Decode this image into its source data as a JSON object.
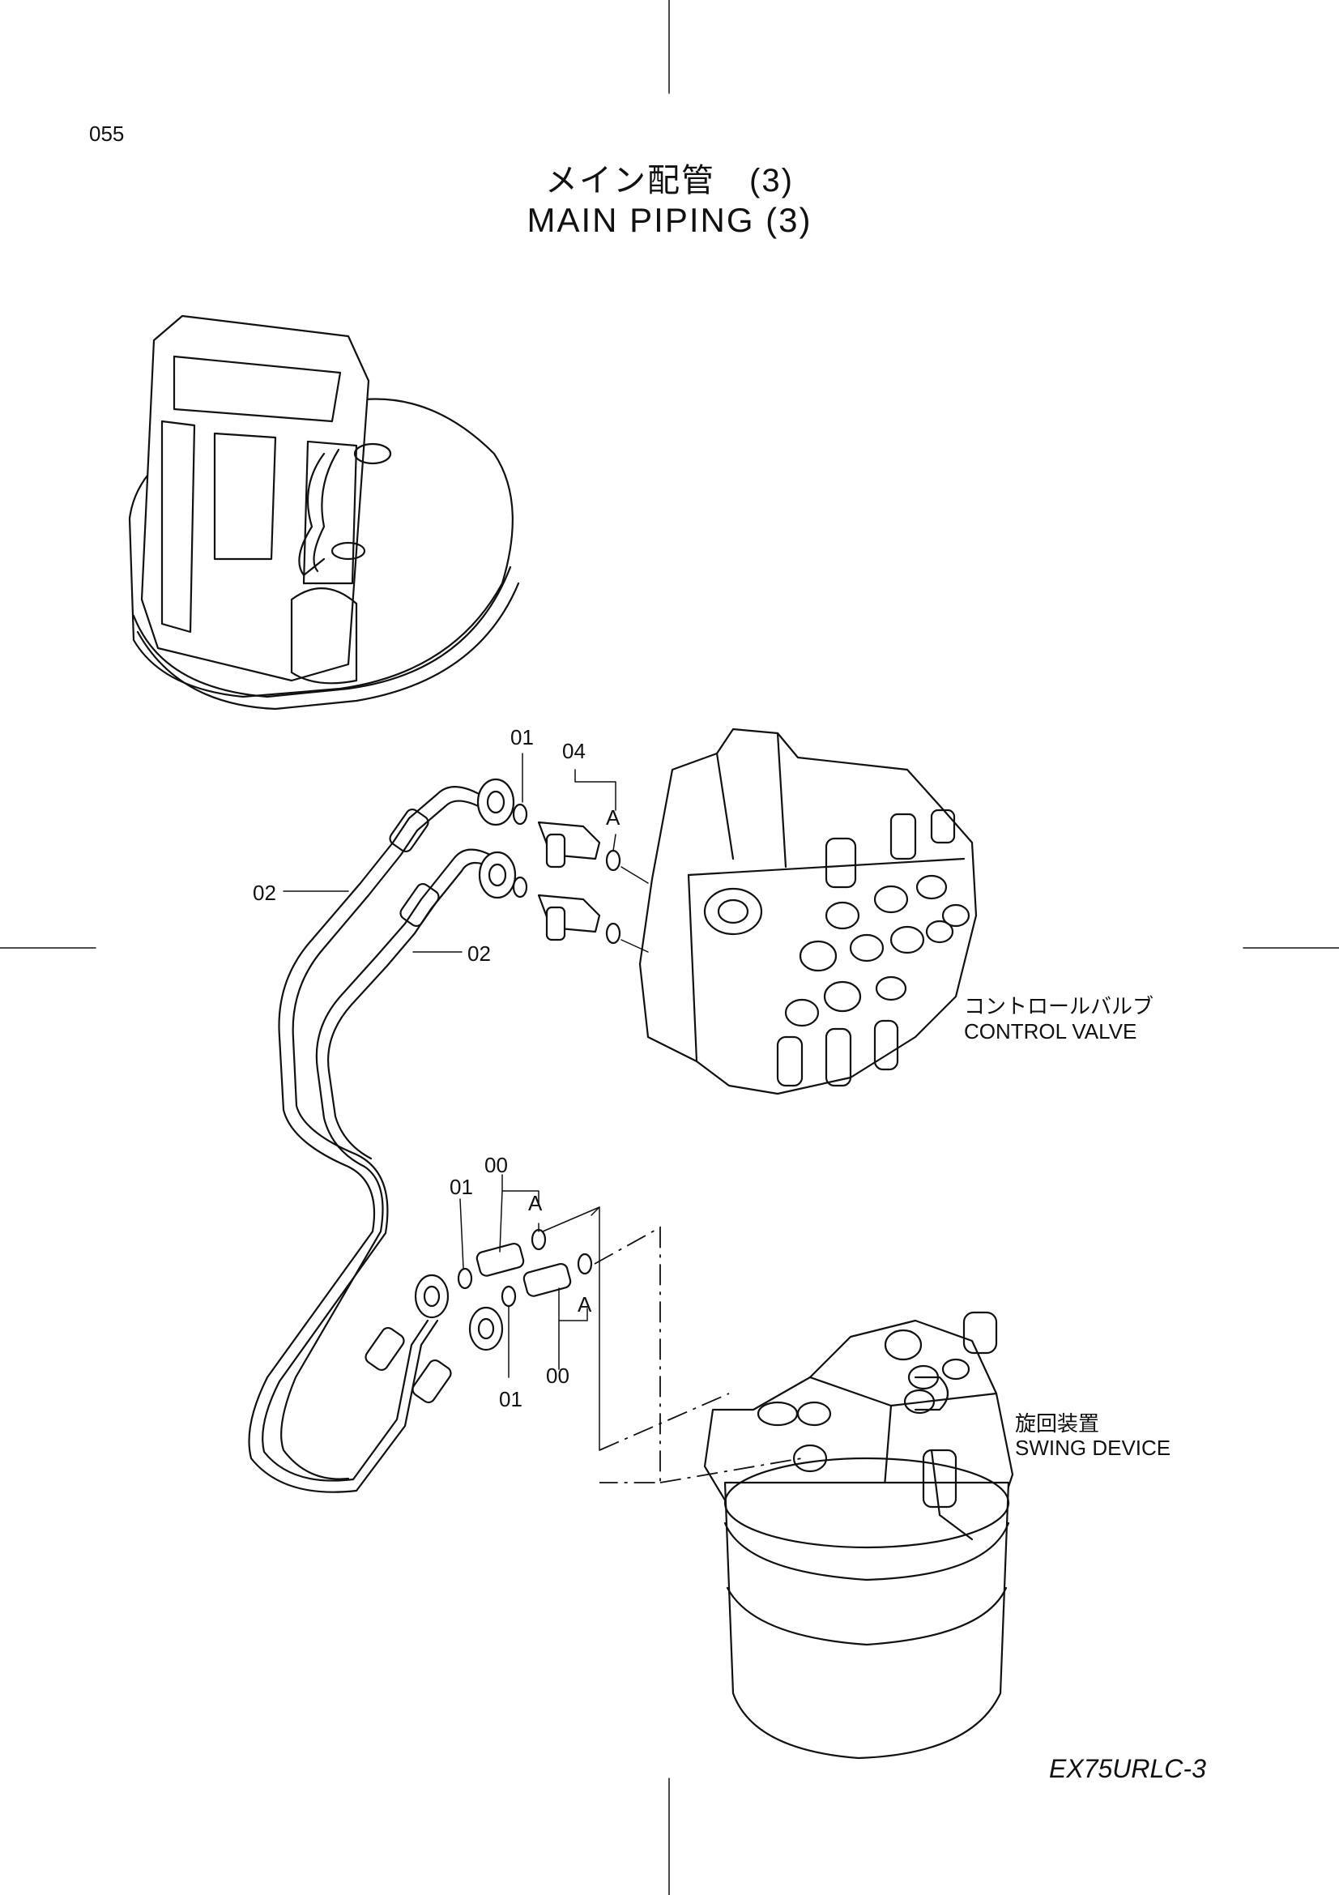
{
  "page": {
    "number": "055",
    "title_jp": "メイン配管　(3)",
    "title_en": "MAIN  PIPING  (3)",
    "model": "EX75URLC-3"
  },
  "components": {
    "control_valve": {
      "jp": "コントロールバルブ",
      "en": "CONTROL  VALVE"
    },
    "swing_device": {
      "jp": "旋回装置",
      "en": "SWING  DEVICE"
    }
  },
  "callouts": {
    "top_01": "01",
    "top_04": "04",
    "top_a": "A",
    "hose_02_left": "02",
    "hose_02_right": "02",
    "low_00_top": "00",
    "low_01_top": "01",
    "low_a_top": "A",
    "low_a_bottom": "A",
    "low_01_bottom": "01",
    "low_00_bottom": "00"
  }
}
